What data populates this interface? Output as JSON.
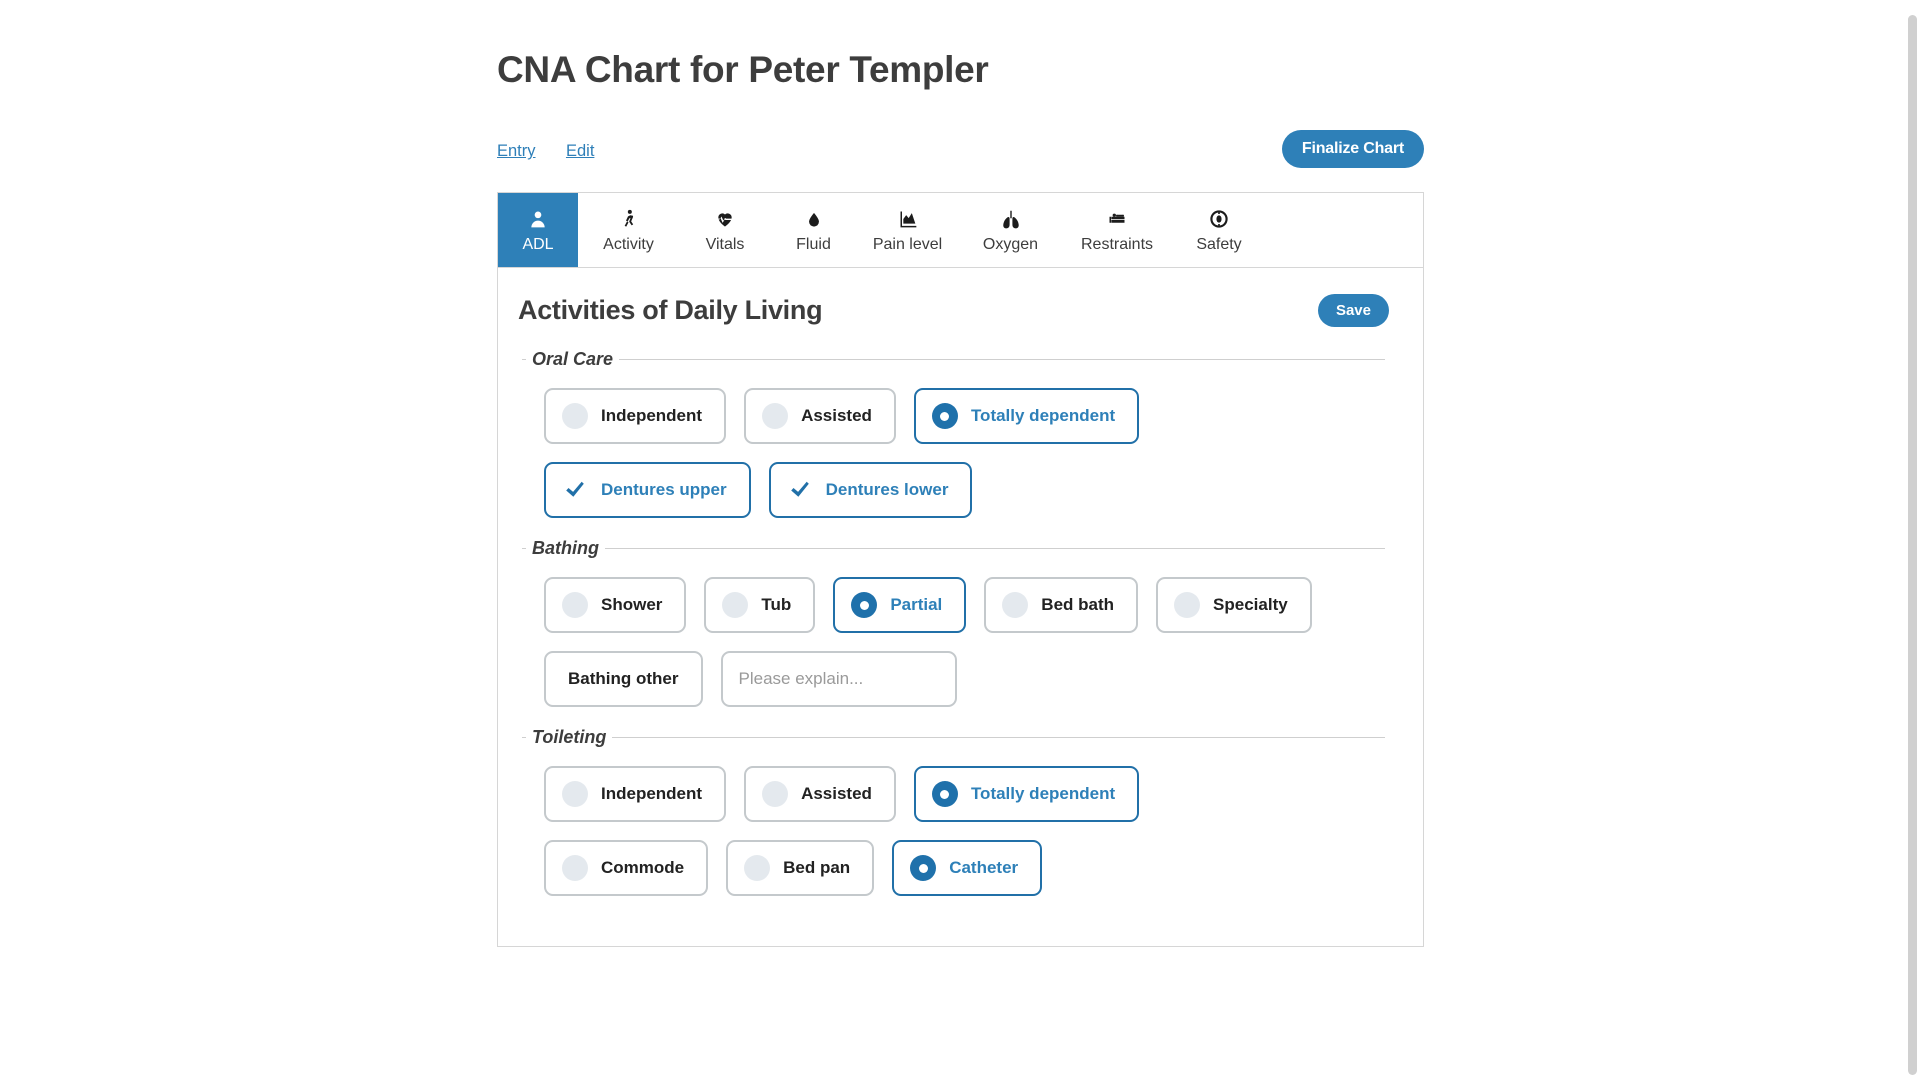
{
  "page": {
    "title": "CNA Chart for Peter Templer"
  },
  "linkbar": {
    "links": [
      {
        "label": "Entry",
        "name": "entry-link"
      },
      {
        "label": "Edit",
        "name": "edit-link"
      }
    ],
    "finalize_label": "Finalize Chart"
  },
  "tabs": [
    {
      "label": "ADL",
      "icon": "person-icon",
      "active": true
    },
    {
      "label": "Activity",
      "icon": "walking-icon",
      "active": false
    },
    {
      "label": "Vitals",
      "icon": "heart-pulse-icon",
      "active": false
    },
    {
      "label": "Fluid",
      "icon": "droplet-icon",
      "active": false
    },
    {
      "label": "Pain level",
      "icon": "chart-icon",
      "active": false
    },
    {
      "label": "Oxygen",
      "icon": "lungs-icon",
      "active": false
    },
    {
      "label": "Restraints",
      "icon": "bed-icon",
      "active": false
    },
    {
      "label": "Safety",
      "icon": "life-ring-icon",
      "active": false
    }
  ],
  "section": {
    "title": "Activities of Daily Living",
    "save_label": "Save"
  },
  "groups": [
    {
      "legend": "Oral Care",
      "rows": [
        {
          "type": "radio",
          "options": [
            {
              "label": "Independent",
              "selected": false
            },
            {
              "label": "Assisted",
              "selected": false
            },
            {
              "label": "Totally dependent",
              "selected": true
            }
          ]
        },
        {
          "type": "checkbox",
          "options": [
            {
              "label": "Dentures upper",
              "selected": true
            },
            {
              "label": "Dentures lower",
              "selected": true
            }
          ]
        }
      ]
    },
    {
      "legend": "Bathing",
      "rows": [
        {
          "type": "radio",
          "options": [
            {
              "label": "Shower",
              "selected": false
            },
            {
              "label": "Tub",
              "selected": false
            },
            {
              "label": "Partial",
              "selected": true
            },
            {
              "label": "Bed bath",
              "selected": false
            },
            {
              "label": "Specialty",
              "selected": false
            }
          ]
        },
        {
          "type": "other",
          "options": [
            {
              "label": "Bathing other",
              "selected": false
            }
          ],
          "input": {
            "value": "",
            "placeholder": "Please explain..."
          }
        }
      ]
    },
    {
      "legend": "Toileting",
      "rows": [
        {
          "type": "radio",
          "options": [
            {
              "label": "Independent",
              "selected": false
            },
            {
              "label": "Assisted",
              "selected": false
            },
            {
              "label": "Totally dependent",
              "selected": true
            }
          ]
        },
        {
          "type": "radio",
          "options": [
            {
              "label": "Commode",
              "selected": false
            },
            {
              "label": "Bed pan",
              "selected": false
            },
            {
              "label": "Catheter",
              "selected": true
            }
          ]
        }
      ]
    }
  ],
  "colors": {
    "accent": "#2e80b8",
    "accent_border": "#2170a8",
    "radio_empty": "#e4e9ee",
    "card_border": "#c4c9cc",
    "text": "#3d3d3d"
  }
}
